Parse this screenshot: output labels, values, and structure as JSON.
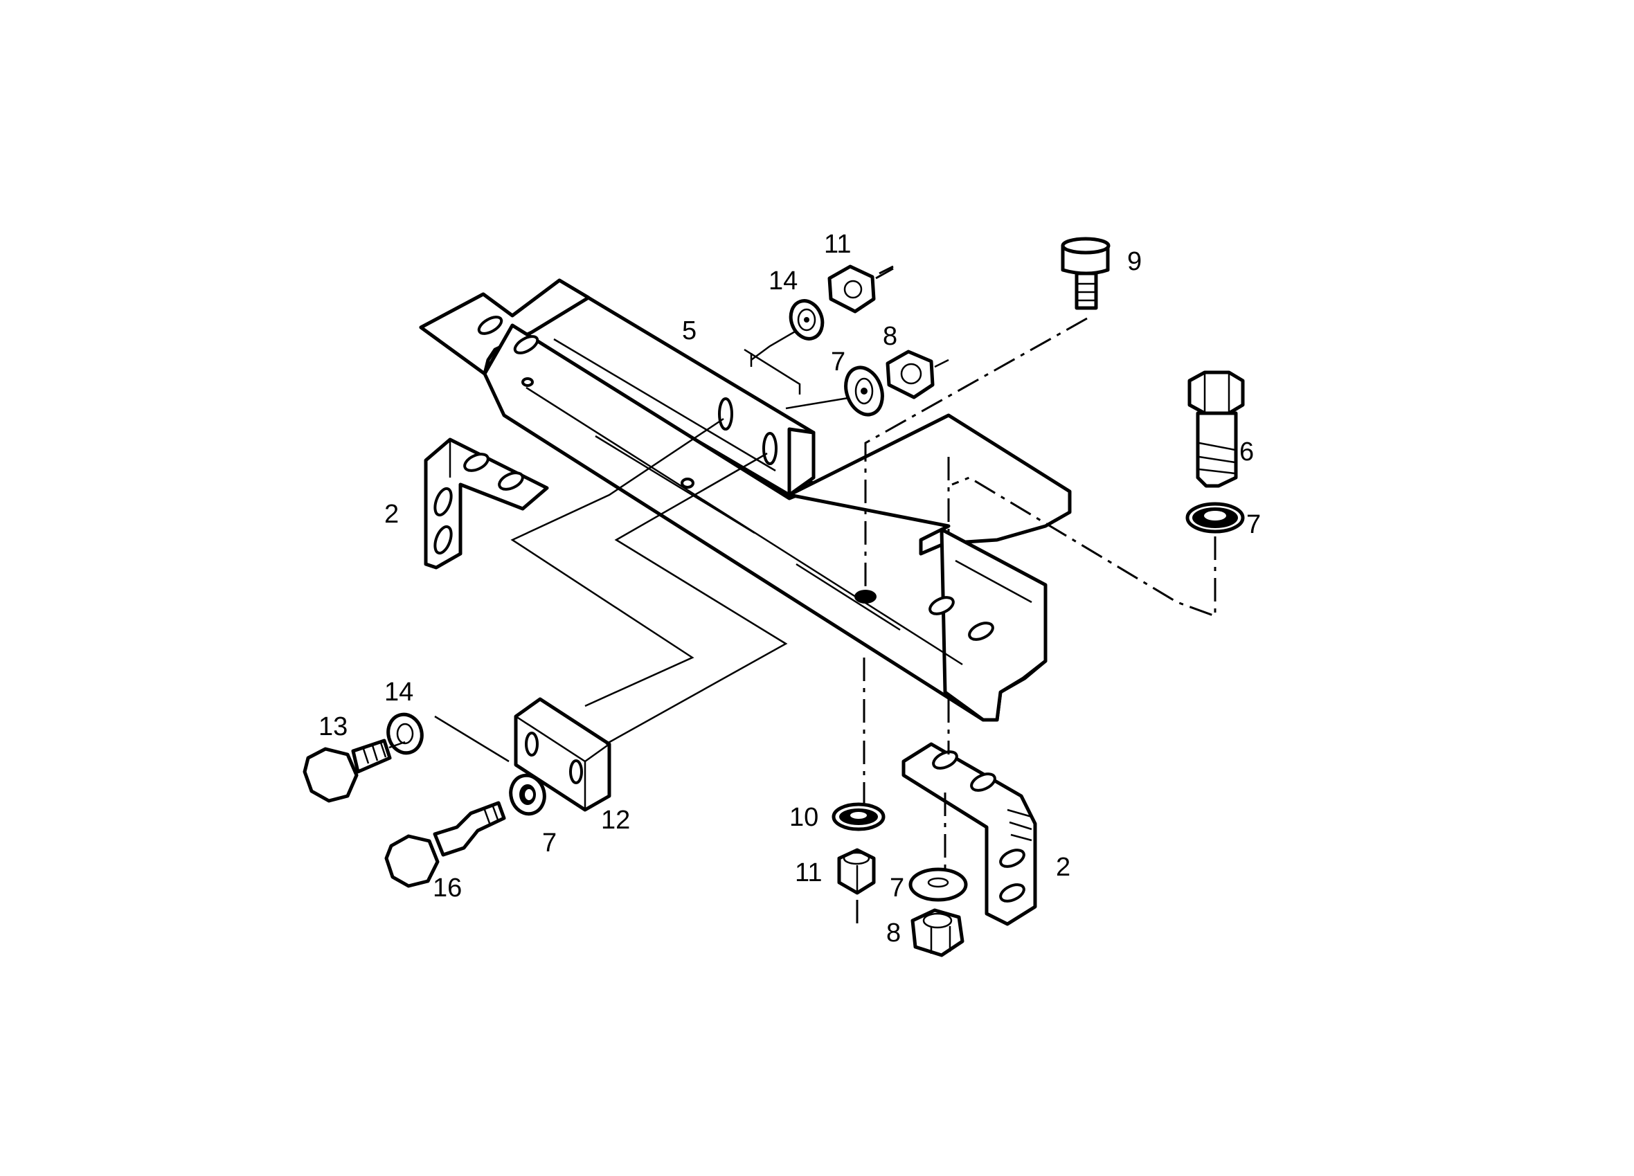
{
  "labels": {
    "bracket_left": "2",
    "bracket_right": "2",
    "main_rail": "5",
    "bolt_top_right": "6",
    "washer_bolt_top_right": "7",
    "washer_upper": "7",
    "washer_lower_right": "7",
    "washer_lower_left": "7",
    "nut_upper": "8",
    "nut_lower": "8",
    "cap_screw": "9",
    "washer_10": "10",
    "nut_11_upper": "11",
    "nut_11_lower": "11",
    "clamp_block": "12",
    "bolt_13": "13",
    "washer_14_upper": "14",
    "washer_14_lower": "14",
    "bolt_16": "16"
  }
}
